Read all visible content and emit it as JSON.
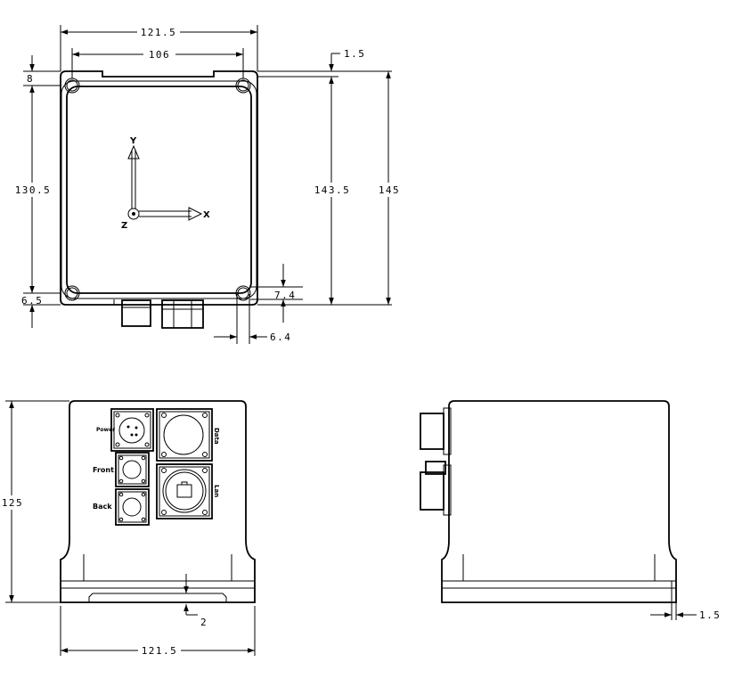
{
  "top_view": {
    "dims": {
      "overall_width": "121.5",
      "hole_spacing_x": "106",
      "flange": "1.5",
      "top_hole_offset": "8",
      "hole_spacing_y": "130.5",
      "overall_height_inner": "143.5",
      "overall_height": "145",
      "bottom_hole_offset": "6.5",
      "hole_dia_y": "7.4",
      "hole_dia_x": "6.4"
    },
    "axes": {
      "y": "Y",
      "x": "X",
      "z": "Z"
    }
  },
  "front_view": {
    "dims": {
      "height": "125",
      "width": "121.5",
      "base_offset": "2"
    },
    "connectors": {
      "power": "Power",
      "data": "Data",
      "front": "Front",
      "back": "Back",
      "lan": "Lan"
    }
  },
  "side_view": {
    "dims": {
      "flange": "1.5"
    }
  }
}
